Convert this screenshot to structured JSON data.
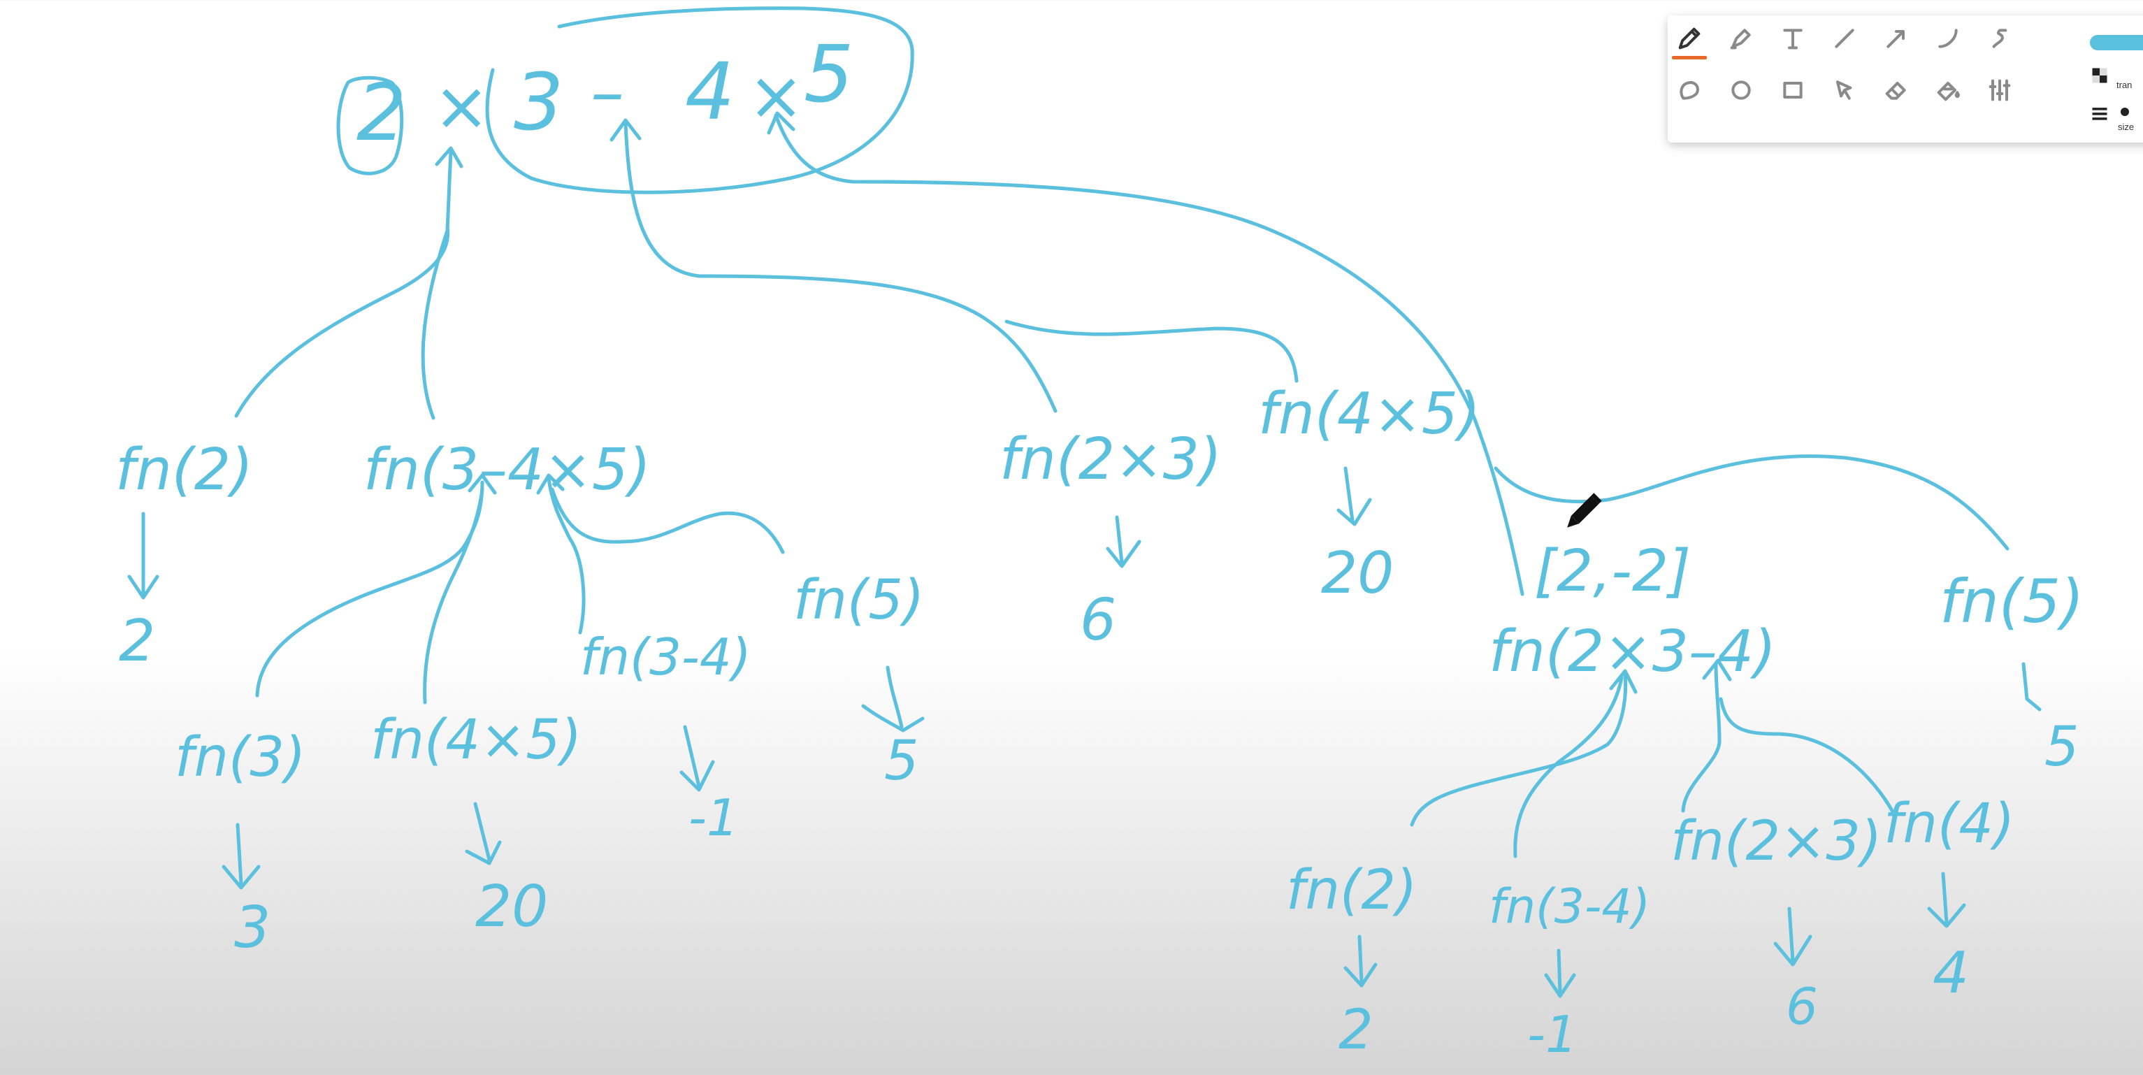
{
  "colors": {
    "ink": "#5bc0de",
    "active_tool_underline": "#e8692a",
    "tool_icon": "#8a8a8a"
  },
  "expression": {
    "n2": "2",
    "times": "×",
    "n3": "3",
    "minus": "–",
    "n4": "4",
    "times2": "×",
    "n5": "5"
  },
  "left_tree": {
    "fn2": "fn(2)",
    "fn2_result": "2",
    "fn_345": "fn(3–4×5)",
    "fn3": "fn(3)",
    "fn3_result": "3",
    "fn4x5": "fn(4×5)",
    "fn4x5_result": "20",
    "fn3m4": "fn(3-4)",
    "fn3m4_result": "-1",
    "fn5": "fn(5)",
    "fn5_result": "5"
  },
  "middle_tree": {
    "fn2x3": "fn(2×3)",
    "fn2x3_result": "6",
    "fn4x5": "fn(4×5)",
    "fn4x5_result": "20"
  },
  "right_tree": {
    "list": "[2,-2]",
    "fn_23m4": "fn(2×3–4)",
    "fn5": "fn(5)",
    "fn5_result": "5",
    "fn2": "fn(2)",
    "fn2_result": "2",
    "fn3m4": "fn(3-4)",
    "fn3m4_result": "-1",
    "fn2x3": "fn(2×3)",
    "fn2x3_result": "6",
    "fn4": "fn(4)",
    "fn4_result": "4"
  },
  "toolbar": {
    "tools_row1": [
      "pencil-icon",
      "highlighter-icon",
      "text-icon",
      "line-icon",
      "arrow-icon",
      "curve-icon",
      "freehand-icon"
    ],
    "tools_row2": [
      "lasso-icon",
      "circle-icon",
      "rectangle-icon",
      "select-icon",
      "eraser-icon",
      "fill-icon",
      "sliders-icon"
    ],
    "label_transparency": "tran",
    "label_size": "size"
  }
}
